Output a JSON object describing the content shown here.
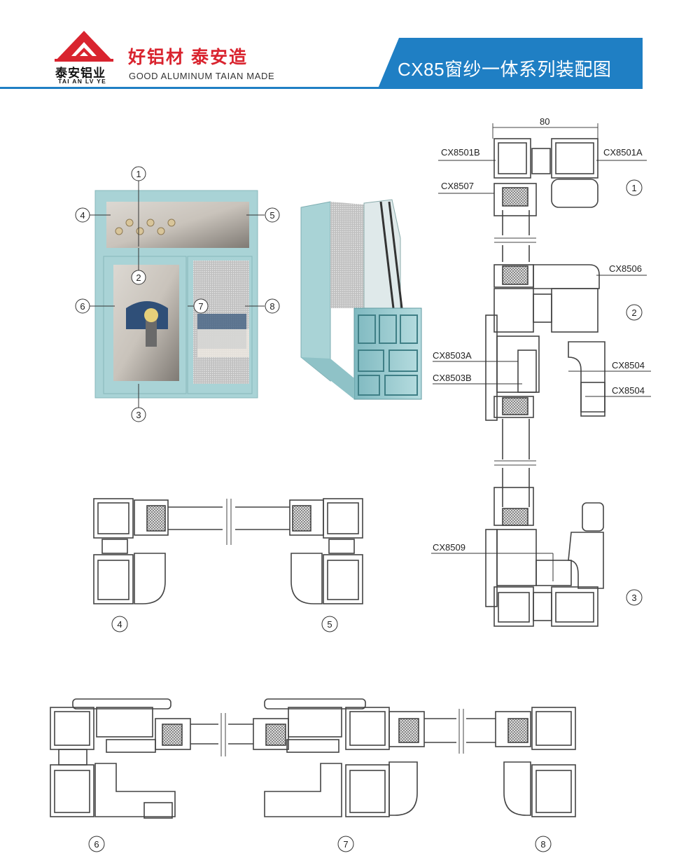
{
  "header": {
    "logo_name": "泰安铝业",
    "logo_sub": "TAI AN LV YE",
    "slogan": "好铝材 泰安造",
    "slogan_sub": "GOOD ALUMINUM TAIAN MADE",
    "title": "CX85窗纱一体系列装配图",
    "colors": {
      "brand_red": "#d9242f",
      "title_blue": "#1f7fc4"
    }
  },
  "window_photo": {
    "frame_color": "#a9d3d6",
    "callouts": [
      "1",
      "2",
      "3",
      "4",
      "5",
      "6",
      "7",
      "8"
    ]
  },
  "profile_labels": {
    "width_dim": "80",
    "p1": "CX8501B",
    "p2": "CX8501A",
    "p3": "CX8507",
    "p4": "CX8506",
    "p5": "CX8503A",
    "p6": "CX8503B",
    "p7": "CX8504",
    "p8": "CX8504",
    "p9": "CX8509"
  },
  "section_numbers": [
    "1",
    "2",
    "3",
    "4",
    "5",
    "6",
    "7",
    "8"
  ]
}
